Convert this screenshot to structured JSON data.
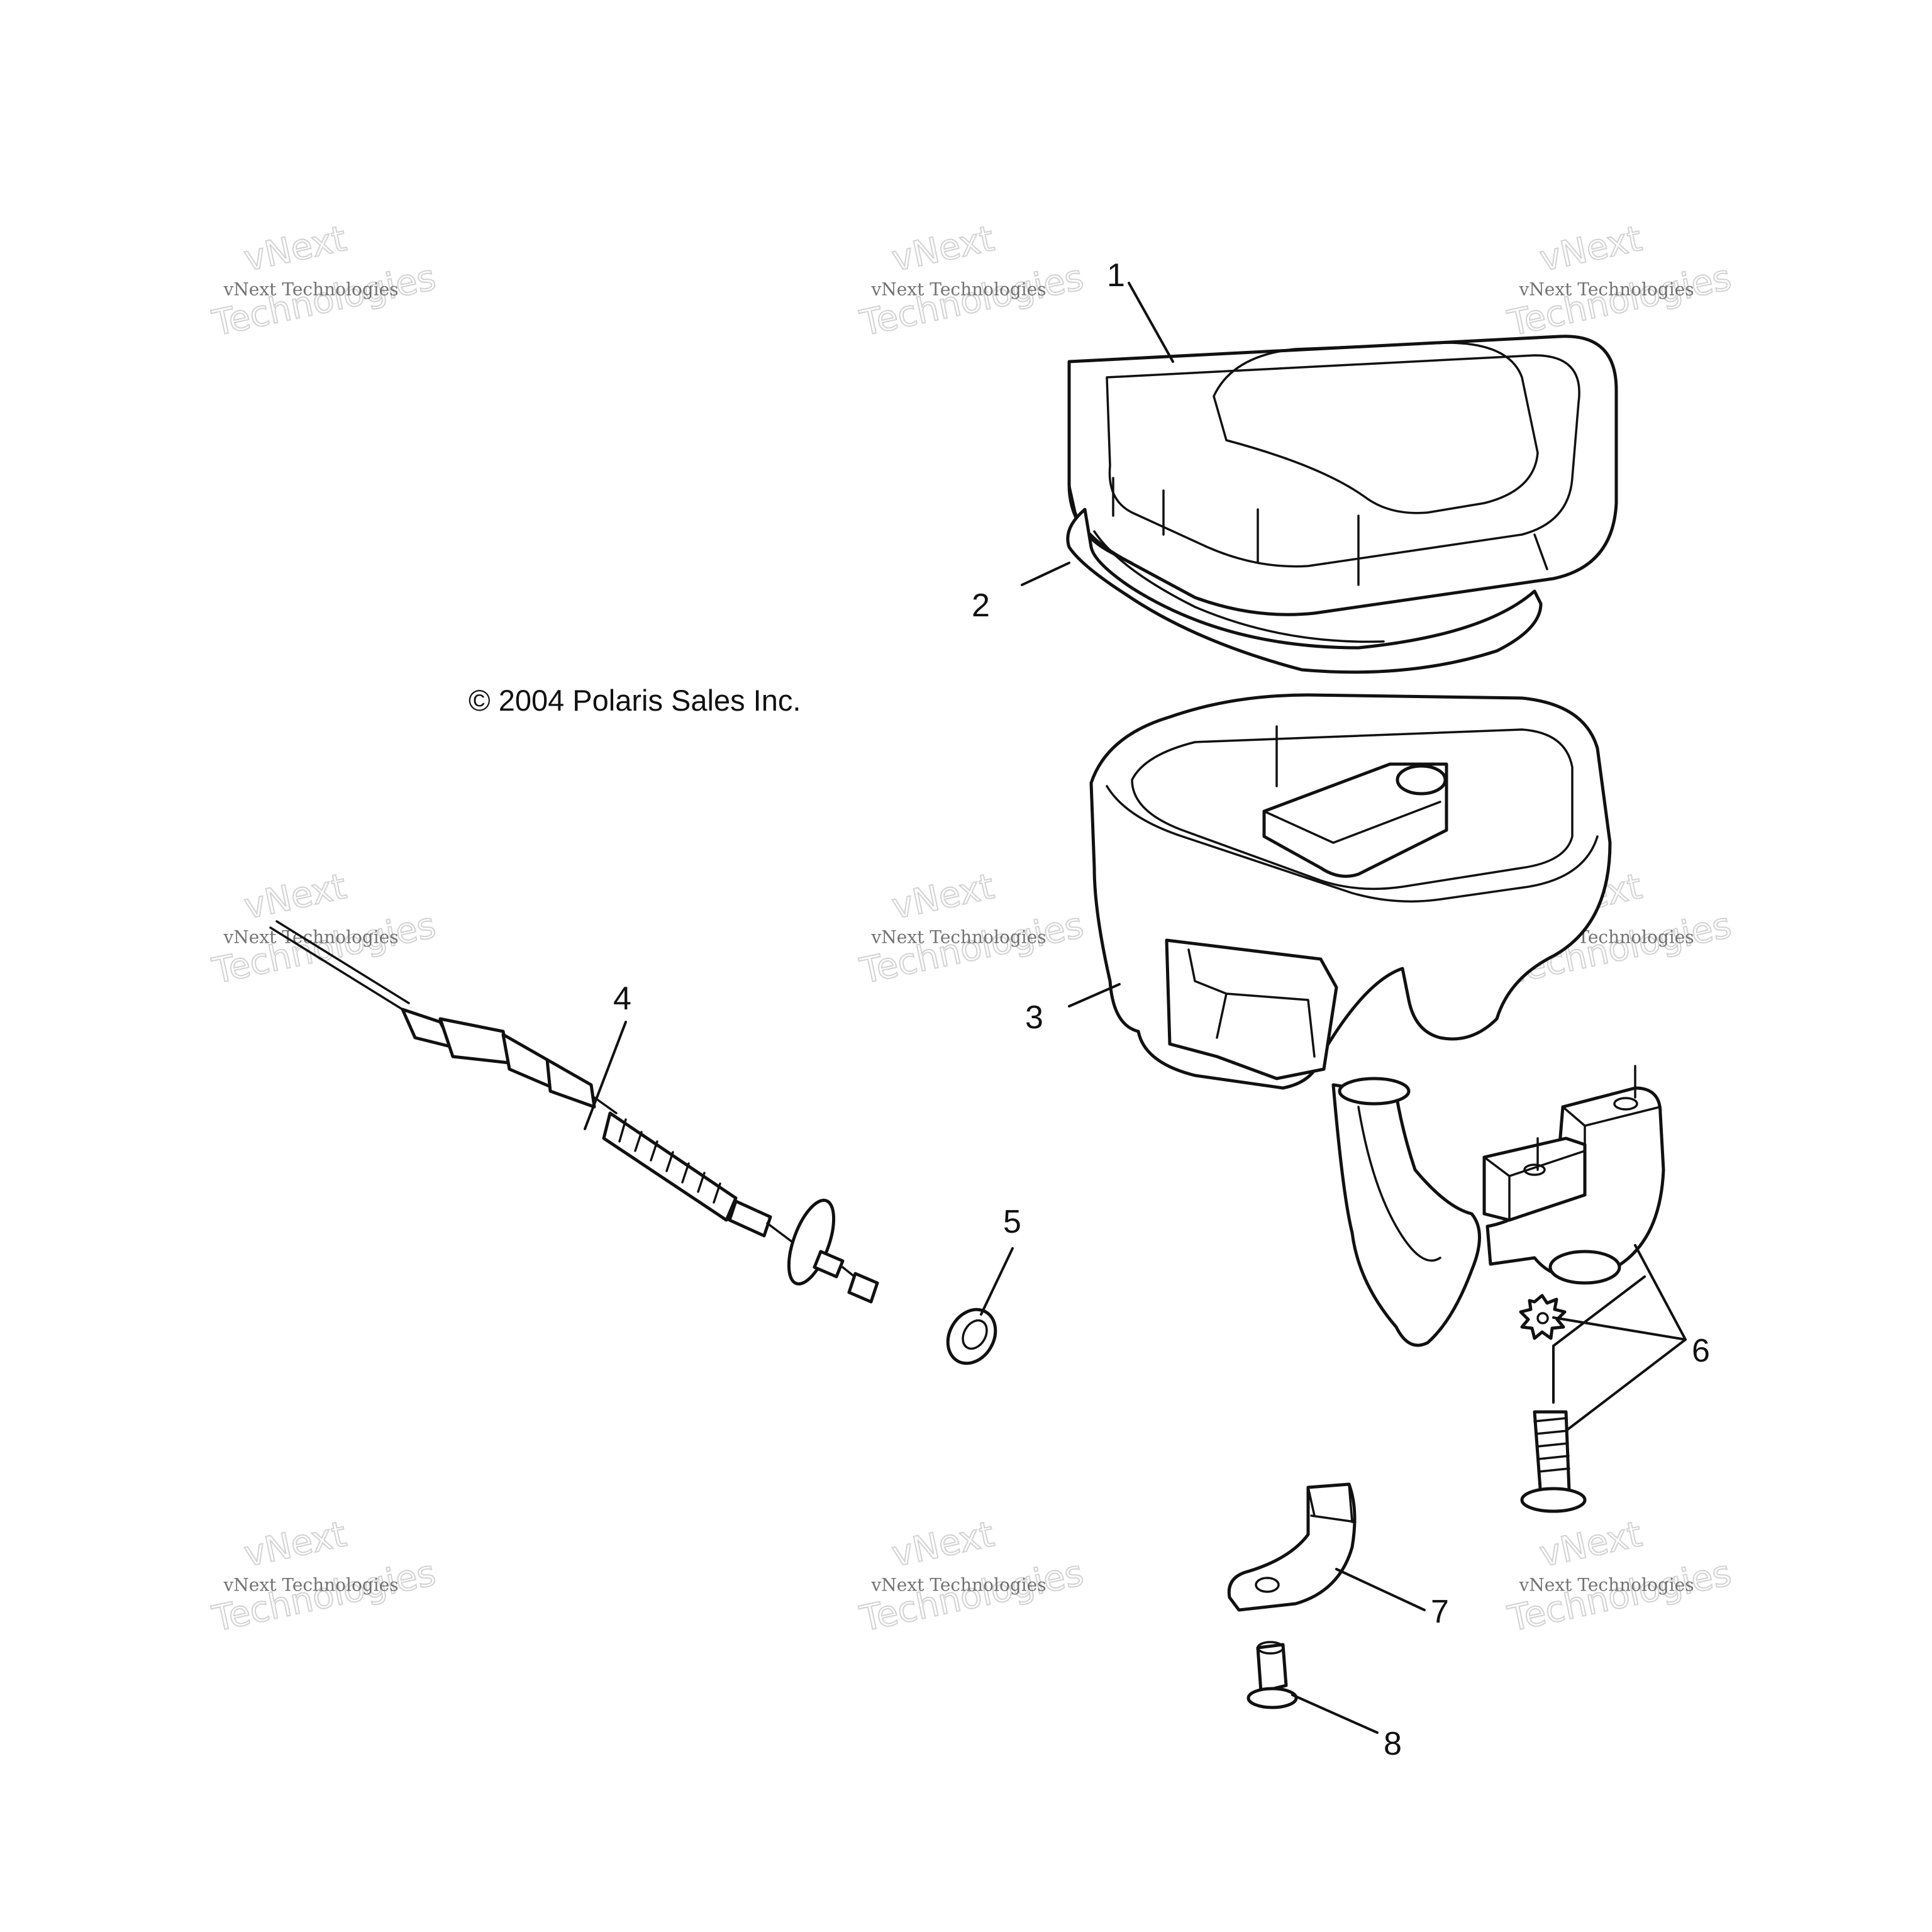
{
  "copyright": "© 2004 Polaris Sales Inc.",
  "callouts": [
    "1",
    "2",
    "3",
    "4",
    "5",
    "6",
    "7",
    "8"
  ],
  "watermark": {
    "line_small": "vNext Technologies",
    "line_big_top": "vNext",
    "line_big_bottom": "Technologies"
  },
  "colors": {
    "line": "#111111",
    "background": "#ffffff",
    "watermark": "#c8c8c8"
  }
}
